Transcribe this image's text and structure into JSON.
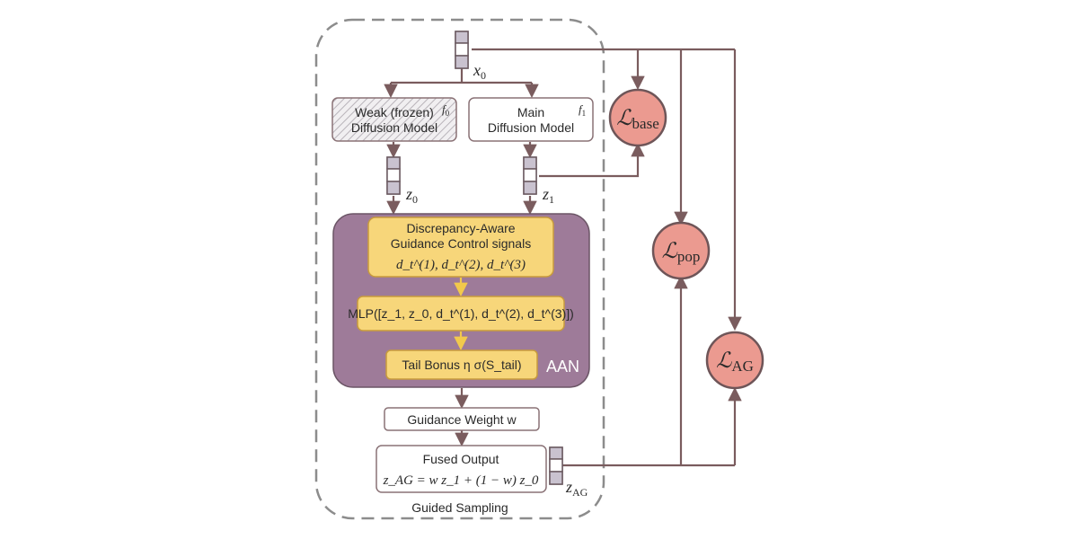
{
  "inputs": {
    "x0": "x",
    "x0_sub": "0",
    "z0": "z",
    "z0_sub": "0",
    "z1": "z",
    "z1_sub": "1",
    "zag": "z",
    "zag_sub": "AG"
  },
  "weak_model": {
    "line1": "Weak (frozen)",
    "line2": "Diffusion Model",
    "tag": "f",
    "tag_sub": "0"
  },
  "main_model": {
    "line1": "Main",
    "line2": "Diffusion Model",
    "tag": "f",
    "tag_sub": "1"
  },
  "aan": {
    "label": "AAN",
    "discrepancy": {
      "line1": "Discrepancy-Aware",
      "line2": "Guidance Control signals",
      "signals": "d_t^(1), d_t^(2), d_t^(3)"
    },
    "mlp": "MLP([z_1, z_0, d_t^(1), d_t^(2), d_t^(3)])",
    "tail_bonus": "Tail Bonus η σ(S_tail)"
  },
  "guidance_weight": "Guidance Weight w",
  "fused_output": {
    "title": "Fused Output",
    "formula": "z_AG = w z_1 + (1 − w) z_0"
  },
  "sampling_label": "Guided Sampling",
  "losses": {
    "base": {
      "symbol": "ℒ",
      "sub": "base"
    },
    "pop": {
      "symbol": "ℒ",
      "sub": "pop"
    },
    "ag": {
      "symbol": "ℒ",
      "sub": "AG"
    }
  },
  "colors": {
    "arrow": "#7a5c5e",
    "aan_fill": "#9e7b99",
    "yellow_fill": "#f7d67a",
    "yellow_stroke": "#c89b3c",
    "loss_fill": "#eb9a90",
    "loss_stroke": "#6e5558",
    "token_fill": "#c9c2cf",
    "dashed_border": "#8c8c8c",
    "yellow_arrow": "#f2c94c"
  }
}
